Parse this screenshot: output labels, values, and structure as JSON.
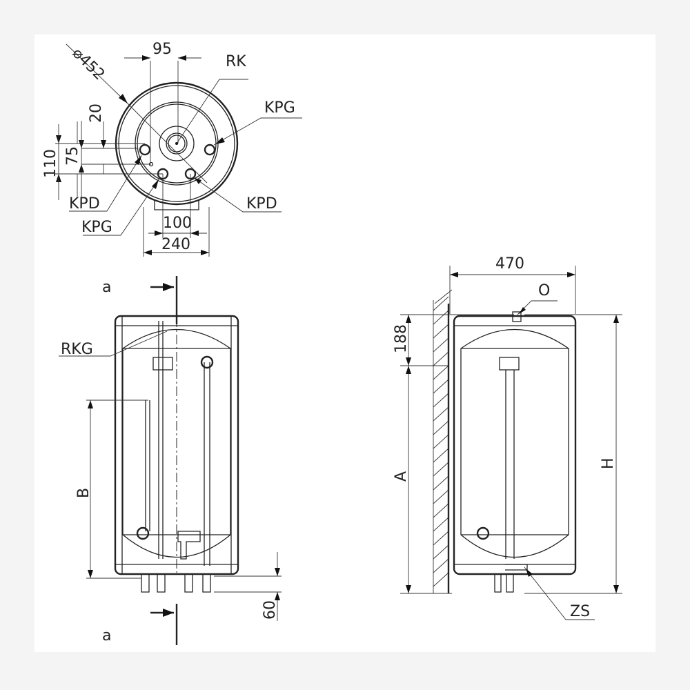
{
  "top_view": {
    "diameter": "⌀452",
    "dim_95": "95",
    "label_rk": "RK",
    "label_kpg_right": "KPG",
    "dim_20": "20",
    "dim_110": "110",
    "dim_75": "75",
    "label_kpd_left": "KPD",
    "label_kpg_left": "KPG",
    "label_kpd_right": "KPD",
    "dim_100": "100",
    "dim_240": "240"
  },
  "front_view": {
    "section_top": "a",
    "label_rkg": "RKG",
    "dim_b": "B",
    "section_bottom": "a",
    "dim_60": "60"
  },
  "side_view": {
    "dim_470": "470",
    "label_o": "O",
    "dim_188": "188",
    "dim_a": "A",
    "dim_h": "H",
    "label_zs": "ZS"
  }
}
